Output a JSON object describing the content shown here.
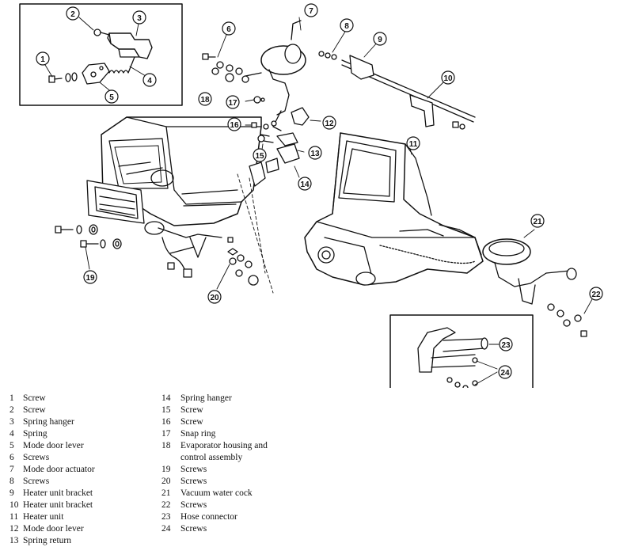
{
  "callouts": [
    "1",
    "2",
    "3",
    "4",
    "5",
    "6",
    "7",
    "8",
    "9",
    "10",
    "11",
    "12",
    "13",
    "14",
    "15",
    "16",
    "17",
    "18",
    "19",
    "20",
    "21",
    "22",
    "23",
    "24"
  ],
  "legend": {
    "left": [
      {
        "num": "1",
        "label": "Screw"
      },
      {
        "num": "2",
        "label": "Screw"
      },
      {
        "num": "3",
        "label": "Spring hanger"
      },
      {
        "num": "4",
        "label": "Spring"
      },
      {
        "num": "5",
        "label": "Mode door lever"
      },
      {
        "num": "6",
        "label": "Screws"
      },
      {
        "num": "7",
        "label": "Mode door actuator"
      },
      {
        "num": "8",
        "label": "Screws"
      },
      {
        "num": "9",
        "label": "Heater unit bracket"
      },
      {
        "num": "10",
        "label": "Heater unit bracket"
      },
      {
        "num": "11",
        "label": "Heater unit"
      },
      {
        "num": "12",
        "label": "Mode door lever"
      },
      {
        "num": "13",
        "label": "Spring return"
      }
    ],
    "right": [
      {
        "num": "14",
        "label": "Spring hanger"
      },
      {
        "num": "15",
        "label": "Screw"
      },
      {
        "num": "16",
        "label": "Screw"
      },
      {
        "num": "17",
        "label": "Snap ring"
      },
      {
        "num": "18",
        "label": "Evaporator housing and"
      },
      {
        "num": "",
        "label": "control assembly"
      },
      {
        "num": "19",
        "label": "Screws"
      },
      {
        "num": "20",
        "label": "Screws"
      },
      {
        "num": "21",
        "label": "Vacuum water cock"
      },
      {
        "num": "22",
        "label": "Screws"
      },
      {
        "num": "23",
        "label": "Hose connector"
      },
      {
        "num": "24",
        "label": "Screws"
      }
    ]
  }
}
